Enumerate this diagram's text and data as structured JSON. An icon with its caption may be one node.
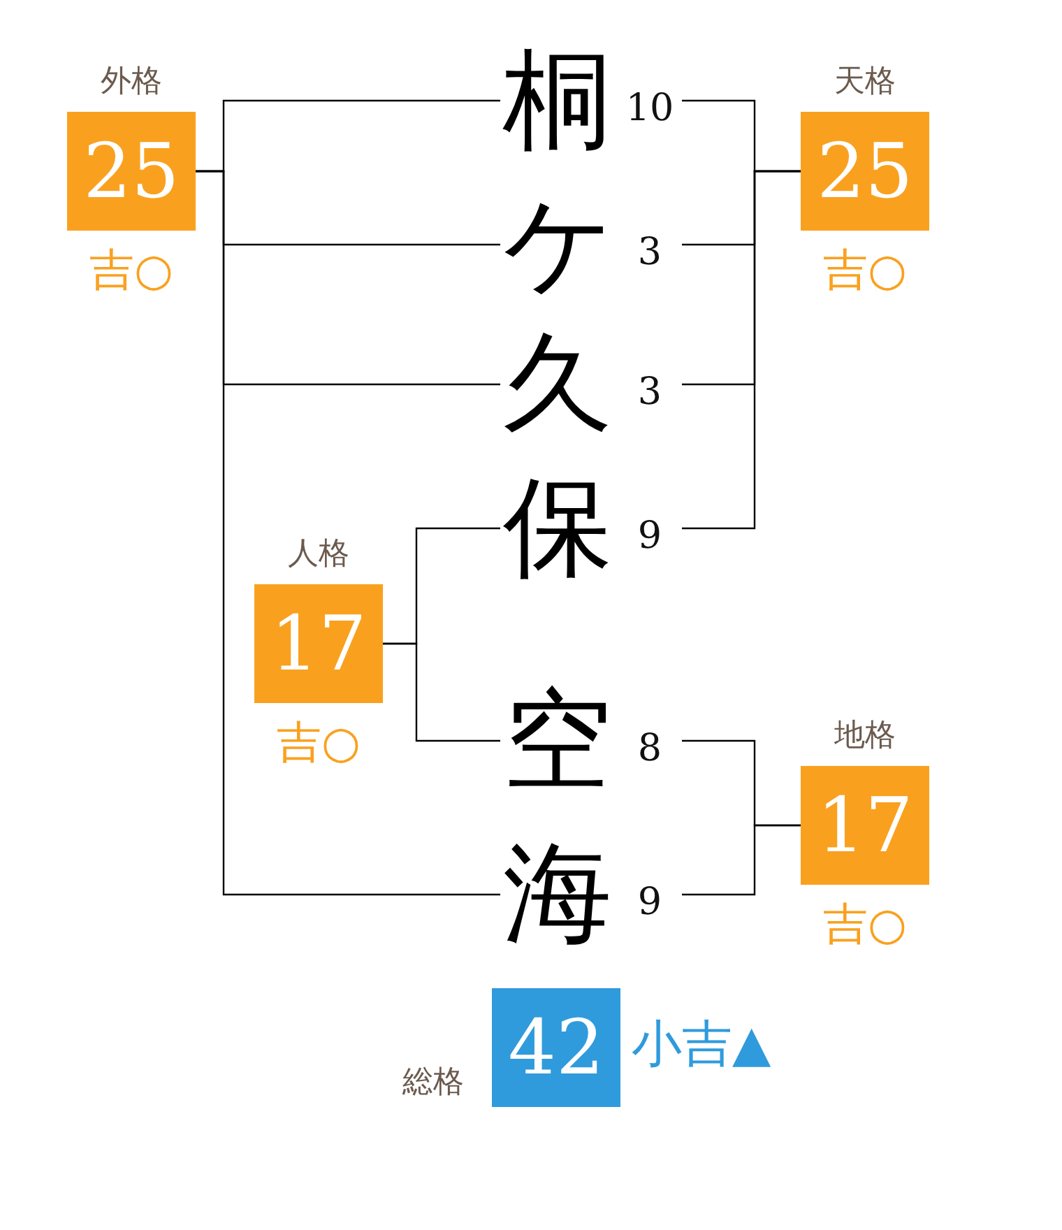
{
  "diagram": {
    "nodes": [
      {
        "text": [
          "外格",
          "25"
        ],
        "beside": [
          "吉○"
        ]
      },
      {
        "text": [
          "桐"
        ],
        "beside": [
          "10"
        ]
      },
      {
        "text": [
          "天格",
          "25"
        ],
        "beside": [
          "吉○"
        ]
      },
      {
        "text": [
          "ケ"
        ],
        "beside": [
          "3"
        ]
      },
      {
        "text": [
          "久"
        ],
        "beside": [
          "3"
        ]
      },
      {
        "text": [
          "人格",
          "17"
        ],
        "beside": [
          "吉○"
        ]
      },
      {
        "text": [
          "保"
        ],
        "beside": [
          "9"
        ]
      },
      {
        "text": [
          "空"
        ],
        "beside": [
          "8"
        ]
      },
      {
        "text": [
          "地格",
          "17"
        ],
        "beside": [
          "吉○"
        ]
      },
      {
        "text": [
          "海"
        ],
        "beside": [
          "9"
        ]
      },
      {
        "text": [
          "総格",
          "42"
        ],
        "beside": [
          "小吉▲"
        ]
      }
    ],
    "edges": [
      {
        "from": 0,
        "to": 1,
        "arrow": "none"
      },
      {
        "from": 0,
        "to": 3,
        "arrow": "none"
      },
      {
        "from": 0,
        "to": 4,
        "arrow": "none"
      },
      {
        "from": 0,
        "to": 9,
        "arrow": "none"
      },
      {
        "from": 2,
        "to": 1,
        "arrow": "none"
      },
      {
        "from": 2,
        "to": 3,
        "arrow": "none"
      },
      {
        "from": 2,
        "to": 4,
        "arrow": "none"
      },
      {
        "from": 2,
        "to": 6,
        "arrow": "none"
      },
      {
        "from": 5,
        "to": 6,
        "arrow": "none"
      },
      {
        "from": 5,
        "to": 7,
        "arrow": "none"
      },
      {
        "from": 8,
        "to": 7,
        "arrow": "none"
      },
      {
        "from": 8,
        "to": 9,
        "arrow": "none"
      }
    ]
  }
}
